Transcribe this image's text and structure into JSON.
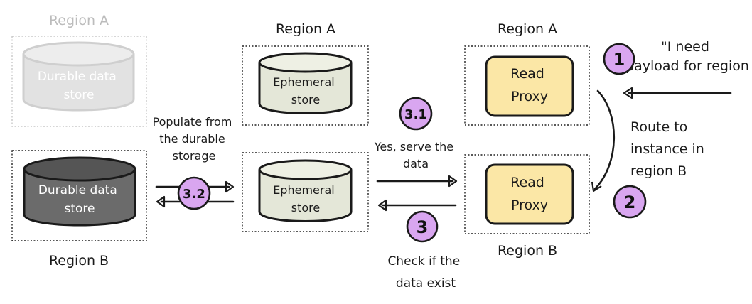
{
  "regions": {
    "durable_a": "Region A",
    "ephemeral_a": "Region A",
    "proxy_a": "Region A",
    "durable_b": "Region B",
    "proxy_b": "Region B"
  },
  "nodes": {
    "durable_a": "Durable data store",
    "durable_b": "Durable data store",
    "ephemeral_a": "Ephemeral store",
    "ephemeral_b": "Ephemeral store",
    "proxy_a": "Read Proxy",
    "proxy_b": "Read Proxy"
  },
  "steps": {
    "s1": "1",
    "s2": "2",
    "s3": "3",
    "s31": "3.1",
    "s32": "3.2"
  },
  "labels": {
    "request": "\"I need payload for region B\"",
    "route": "Route to instance in region B",
    "serve": "Yes, serve the data",
    "check": "Check if the data exist",
    "populate": "Populate from the durable storage"
  },
  "colors": {
    "badge": "#d9a6f0",
    "proxy_fill": "#fbe7a6",
    "ephemeral_fill": "#e4e7d8",
    "durable_fill": "#6b6b6b",
    "durable_faded_fill": "#e2e2e2"
  }
}
